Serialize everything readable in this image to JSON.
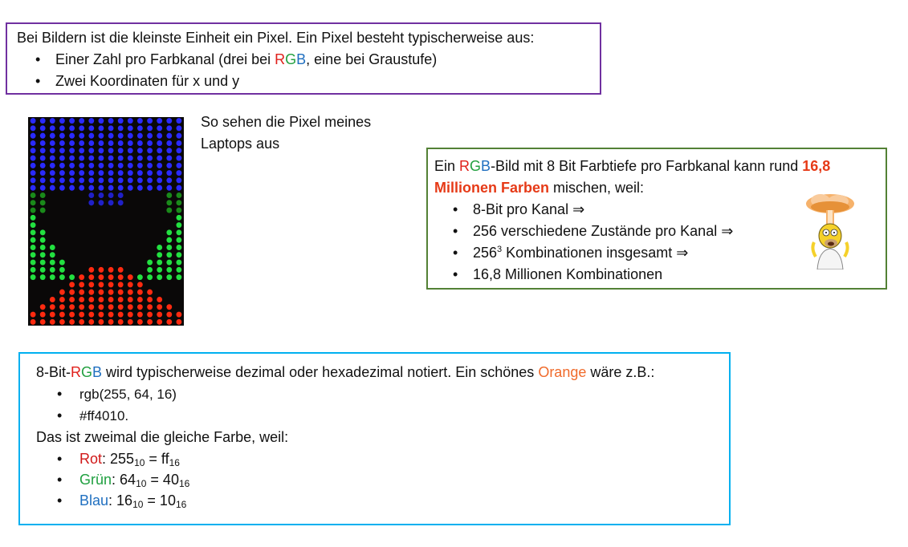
{
  "top_box": {
    "intro": "Bei Bildern ist die kleinste Einheit ein Pixel. Ein Pixel besteht typischerweise aus:",
    "b1_pre": "Einer Zahl pro Farbkanal (drei bei ",
    "rgb_r": "R",
    "rgb_g": "G",
    "rgb_b": "B",
    "b1_post": ", eine bei Graustufe)",
    "b2": "Zwei Koordinaten für x und y"
  },
  "photo_caption": {
    "line1": "So sehen die Pixel meines",
    "line2": "Laptops aus"
  },
  "green_box": {
    "pre": "Ein ",
    "rgb_r": "R",
    "rgb_g": "G",
    "rgb_b": "B",
    "mid": "-Bild mit 8 Bit Farbtiefe pro Farbkanal kann rund ",
    "highlight1": "16,8",
    "highlight2": "Millionen Farben",
    "post": " mischen, weil:",
    "b1": "8-Bit pro Kanal ⇒",
    "b2": "256 verschiedene Zustände pro Kanal ⇒",
    "b3_base": "256",
    "b3_exp": "3",
    "b3_rest": " Kombinationen insgesamt ⇒",
    "b4": "16,8 Millionen Kombinationen"
  },
  "blue_box": {
    "pre": "8-Bit-",
    "rgb_r": "R",
    "rgb_g": "G",
    "rgb_b": "B",
    "mid": " wird typischerweise dezimal oder hexadezimal notiert. Ein schönes ",
    "orange": "Orange",
    "post": " wäre z.B.:",
    "code1": "rgb(255, 64, 16)",
    "code2": "#ff4010.",
    "same": "Das ist zweimal die gleiche Farbe, weil:",
    "rot_label": "Rot",
    "rot_dec": ": 255",
    "rot_eq": " = ff",
    "gruen_label": "Grün",
    "gruen_dec": ": 64",
    "gruen_eq": " = 40",
    "blau_label": "Blau",
    "blau_dec": ": 16",
    "blau_eq": " = 10",
    "base10": "10",
    "base16": "16"
  },
  "colors": {
    "purple_border": "#7030a0",
    "green_border": "#538135",
    "blue_border": "#00b0f0",
    "highlight_red": "#e63a17",
    "orange": "#f06a2a"
  },
  "icons": {
    "pixel_photo": "led-pixel-closeup-image",
    "cartoon": "exploding-head-cartoon-icon"
  }
}
